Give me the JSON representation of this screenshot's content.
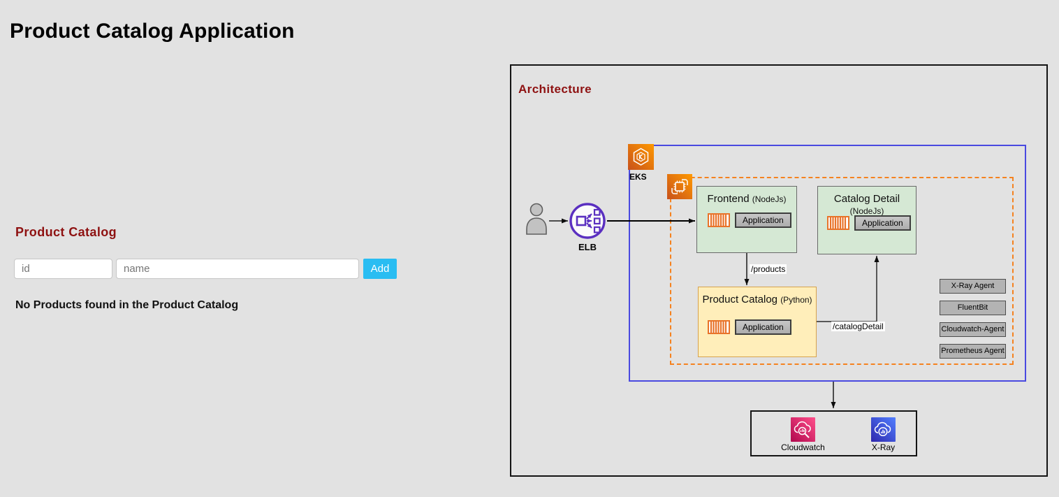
{
  "page": {
    "title": "Product Catalog Application"
  },
  "catalog_section": {
    "heading": "Product Catalog",
    "id_placeholder": "id",
    "name_placeholder": "name",
    "add_button": "Add",
    "empty_message": "No Products found in the Product Catalog"
  },
  "architecture": {
    "heading": "Architecture",
    "user_icon": "user-icon",
    "elb_label": "ELB",
    "eks_label": "EKS",
    "nodes": {
      "frontend": {
        "title": "Frontend",
        "runtime": "(NodeJs)",
        "app_label": "Application"
      },
      "catalog_detail": {
        "title": "Catalog Detail",
        "runtime": "(NodeJs)",
        "app_label": "Application"
      },
      "product_catalog": {
        "title": "Product Catalog",
        "runtime": "(Python)",
        "app_label": "Application"
      }
    },
    "edges": {
      "products": "/products",
      "catalog_detail": "/catalogDetail"
    },
    "agents": [
      "X-Ray Agent",
      "FluentBit",
      "Cloudwatch-Agent",
      "Prometheus Agent"
    ],
    "monitoring": {
      "cloudwatch": "Cloudwatch",
      "xray": "X-Ray"
    },
    "icons": {
      "eks": "aws-eks-icon",
      "compute": "aws-compute-icon",
      "container": "container-icon",
      "elb": "elastic-load-balancer-icon",
      "cloudwatch": "cloudwatch-icon",
      "xray": "x-ray-icon",
      "user": "user-icon"
    }
  },
  "colors": {
    "page_bg": "#e2e2e2",
    "heading_red": "#8e1111",
    "add_button_bg": "#29bdf2",
    "eks_cluster_border": "#4a4ae0",
    "fargate_dashed_border": "#f5821f",
    "node_green_fill": "#d5e8d4",
    "node_yellow_fill": "#ffeeba",
    "agent_fill": "#b3b3b3",
    "aws_orange_start": "#c8511b",
    "aws_orange_end": "#ff9900",
    "cloudwatch_start": "#b0084d",
    "cloudwatch_end": "#ff4f8b",
    "xray_start": "#2e27ad",
    "xray_end": "#527fff",
    "elb_purple": "#5a2fc0"
  }
}
